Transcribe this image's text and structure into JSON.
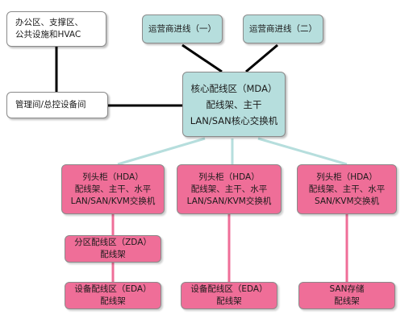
{
  "colors": {
    "mda_fill": "#b6dedd",
    "carrier_fill": "#b6dedd",
    "hda_fill": "#ef6e98",
    "office_fill": "#ffffff",
    "link_black": "#000000",
    "link_teal": "#b6dedd",
    "link_pink": "#ef6e98"
  },
  "nodes": {
    "office": {
      "lines": [
        "办公区、支撑区、",
        "公共设施和HVAC"
      ]
    },
    "mgmt": {
      "lines": [
        "管理间/总控设备间"
      ]
    },
    "carrier1": {
      "lines": [
        "运营商进线（一）"
      ]
    },
    "carrier2": {
      "lines": [
        "运营商进线（二）"
      ]
    },
    "mda": {
      "lines": [
        "核心配线区（MDA）",
        "配线架、主干",
        "LAN/SAN核心交换机"
      ]
    },
    "hda1": {
      "lines": [
        "列头柜（HDA）",
        "配线架、主干、水平",
        "LAN/SAN/KVM交换机"
      ]
    },
    "hda2": {
      "lines": [
        "列头柜（HDA）",
        "配线架、主干、水平",
        "LAN/SAN/KVM交换机"
      ]
    },
    "hda3": {
      "lines": [
        "列头柜（HDA）",
        "配线架、主干、水平",
        "SAN/KVM交换机"
      ]
    },
    "zda": {
      "lines": [
        "分区配线区（ZDA）",
        "配线架"
      ]
    },
    "eda1": {
      "lines": [
        "设备配线区（EDA）",
        "配线架"
      ]
    },
    "eda2": {
      "lines": [
        "设备配线区（EDA）",
        "配线架"
      ]
    },
    "san": {
      "lines": [
        "SAN存储",
        "配线架"
      ]
    }
  }
}
